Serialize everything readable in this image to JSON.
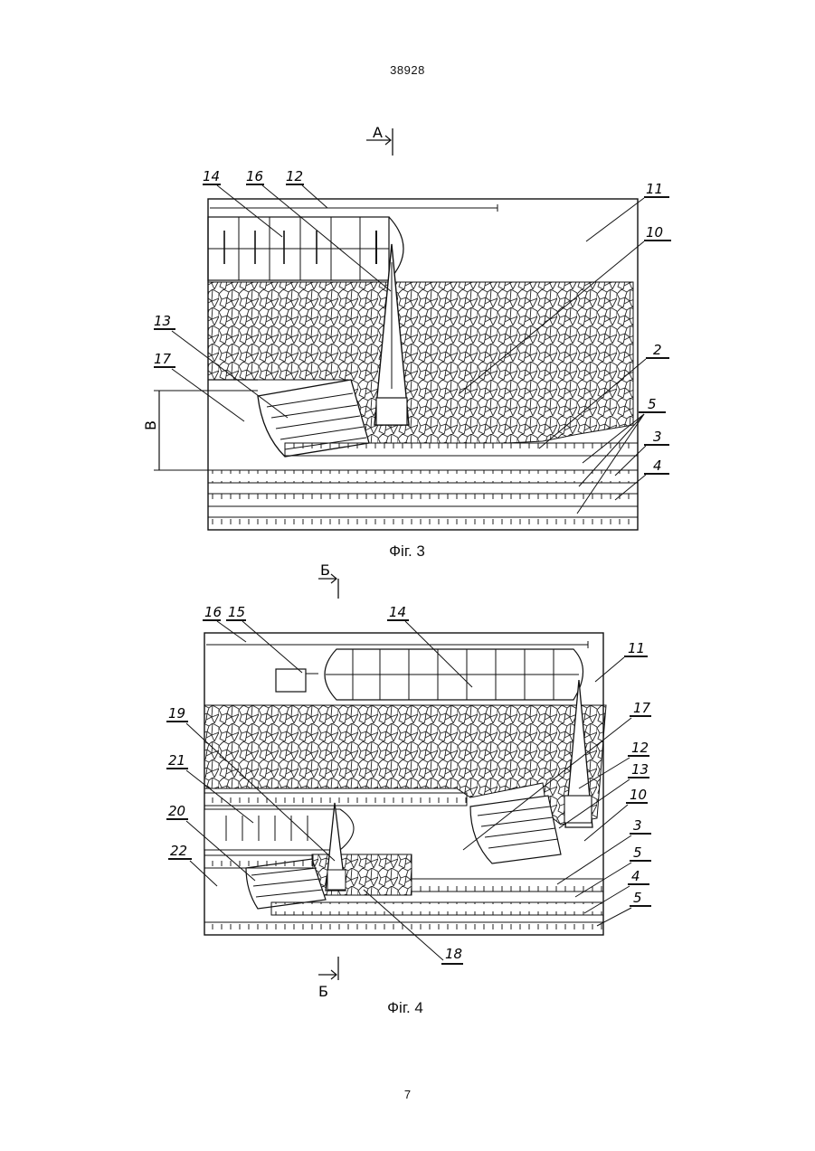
{
  "header": {
    "doc_number": "38928"
  },
  "footer": {
    "page_number": "7"
  },
  "fig3": {
    "caption": "Фіг. 3",
    "section_mark": "А",
    "dimension_label": "B",
    "labels": [
      "14",
      "16",
      "12",
      "11",
      "10",
      "13",
      "17",
      "2",
      "5",
      "3",
      "4"
    ]
  },
  "fig4": {
    "caption": "Фіг. 4",
    "section_mark_top": "Б",
    "section_mark_bottom": "Б",
    "labels": [
      "16",
      "15",
      "14",
      "11",
      "19",
      "17",
      "21",
      "12",
      "13",
      "10",
      "20",
      "3",
      "22",
      "5",
      "4",
      "5",
      "18"
    ]
  }
}
